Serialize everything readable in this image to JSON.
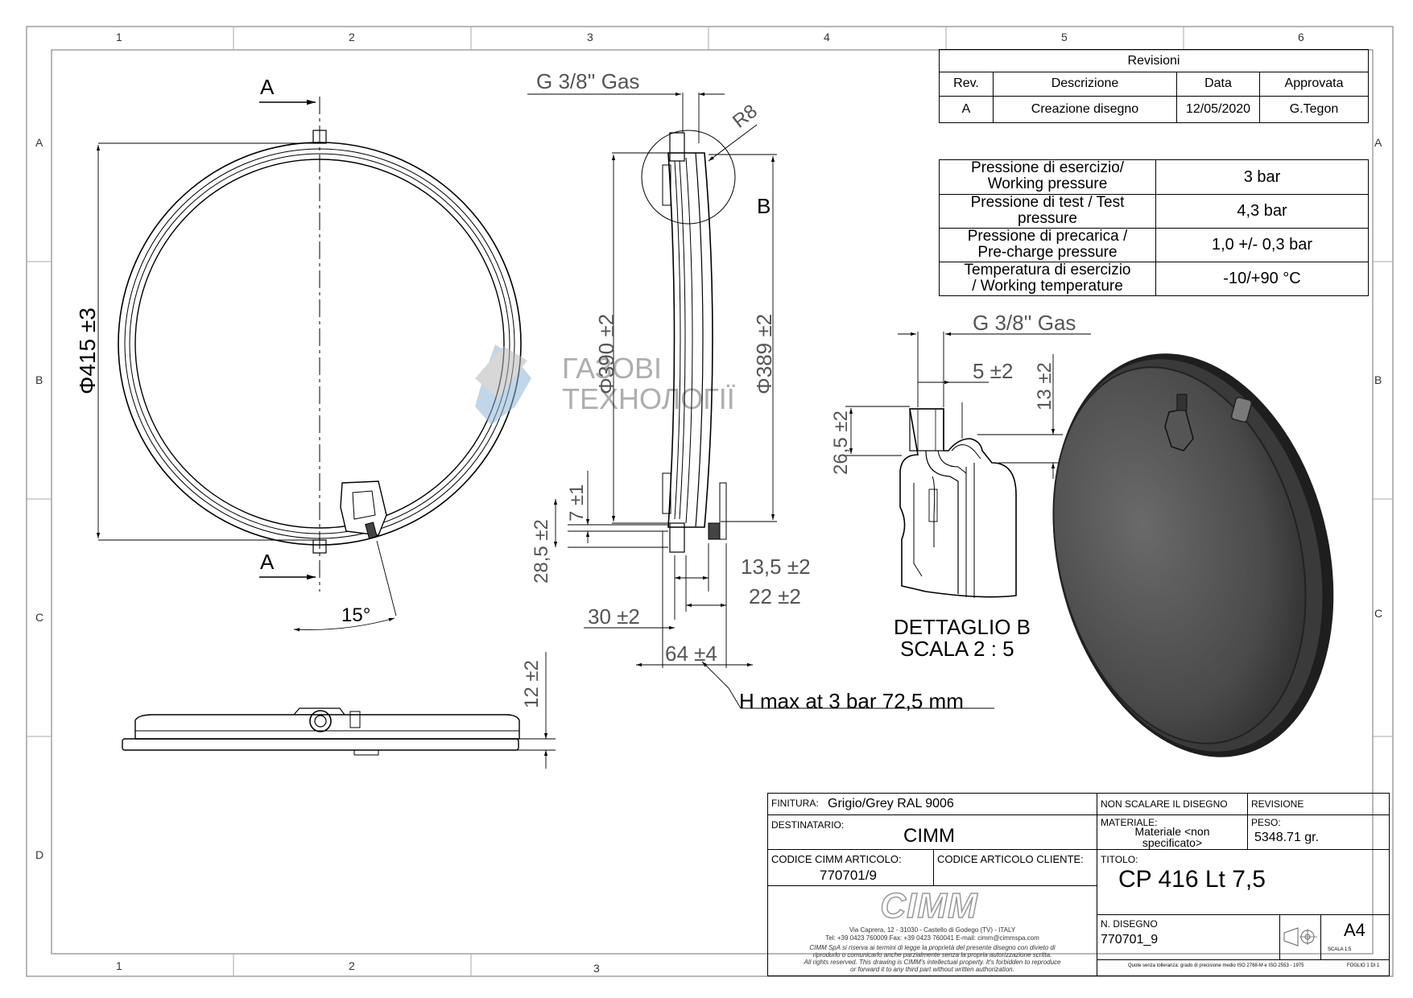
{
  "frame": {
    "col_labels": [
      "1",
      "2",
      "3",
      "4",
      "5",
      "6"
    ],
    "row_labels": [
      "A",
      "B",
      "C",
      "D"
    ]
  },
  "revisions": {
    "title": "Revisioni",
    "headers": [
      "Rev.",
      "Descrizione",
      "Data",
      "Approvata"
    ],
    "rows": [
      [
        "A",
        "Creazione disegno",
        "12/05/2020",
        "G.Tegon"
      ]
    ]
  },
  "specs": [
    {
      "label_1": "Pressione di esercizio/",
      "label_2": "Working pressure",
      "value": "3 bar"
    },
    {
      "label_1": "Pressione di test / Test",
      "label_2": "pressure",
      "value": "4,3 bar"
    },
    {
      "label_1": "Pressione di precarica /",
      "label_2": "Pre-charge pressure",
      "value": "1,0 +/- 0,3 bar"
    },
    {
      "label_1": "Temperatura di esercizio",
      "label_2": "/ Working temperature",
      "value": "-10/+90 °C"
    }
  ],
  "watermark": {
    "line1": "ГАЗОВІ",
    "line2": "ТЕХНОЛОГІЇ"
  },
  "front_view": {
    "section_mark": "A",
    "dia_label": "Φ415 ±3",
    "angle_label": "15°"
  },
  "side_view": {
    "thread_label": "G 3/8'' Gas",
    "radius_label": "R8",
    "detail_mark": "B",
    "dim_390": "Φ390 ±2",
    "dim_389": "Φ389 ±2",
    "dim_7": "7 ±1",
    "dim_28": "28,5 ±2",
    "dim_13": "13,5 ±2",
    "dim_22": "22 ±2",
    "dim_30": "30 ±2",
    "dim_64": "64 ±4",
    "dim_12": "12 ±2",
    "hmax": "H max at 3 bar 72,5 mm"
  },
  "detail": {
    "thread_label": "G 3/8'' Gas",
    "dim_5": "5 ±2",
    "dim_13": "13 ±2",
    "dim_26": "26,5 ±2",
    "title_1": "DETTAGLIO B",
    "title_2": "SCALA 2 : 5"
  },
  "title_block": {
    "finitura_label": "FINITURA:",
    "finitura_value": "Grigio/Grey RAL 9006",
    "non_scalare": "NON SCALARE IL DISEGNO",
    "revisione_label": "REVISIONE",
    "destinatario_label": "DESTINATARIO:",
    "destinatario_value": "CIMM",
    "materiale_label": "MATERIALE:",
    "materiale_1": "Materiale <non",
    "materiale_2": "specificato>",
    "peso_label": "PESO:",
    "peso_value": "5348.71 gr.",
    "codice_cimm_label": "CODICE CIMM ARTICOLO:",
    "codice_cimm_value": "770701/9",
    "codice_cliente_label": "CODICE ARTICOLO CLIENTE:",
    "titolo_label": "TITOLO:",
    "titolo_value": "CP 416 Lt 7,5",
    "logo_text": "CIMM",
    "address_1": "Via Caprera, 12 - 31030 - Castello di Godego (TV) - ITALY",
    "address_2": "Tel: +39 0423 760009 Fax: +39 0423 760041 E-mail: cimm@cimmspa.com",
    "legal_1": "CIMM SpA si riserva ai termini di legge la proprietà del presente disegno con divieto di",
    "legal_2": "riprodurlo o comunicarlo anche parzialmente senza la propria autorizzazione scritta.",
    "legal_3": "All rights reserved. This drawing is CIMM's intellectual property. It's forbidden to reproduce",
    "legal_4": "or forward it to any third part without written authorization.",
    "n_disegno_label": "N. DISEGNO",
    "n_disegno_value": "770701_9",
    "format": "A4",
    "scala": "SCALA 1:5",
    "foglio": "FOGLIO 1 DI 1",
    "footer_note": "Quote senza tolleranza: grado di precisione medio ISO 2768-M e ISO 2553 - 1975"
  }
}
